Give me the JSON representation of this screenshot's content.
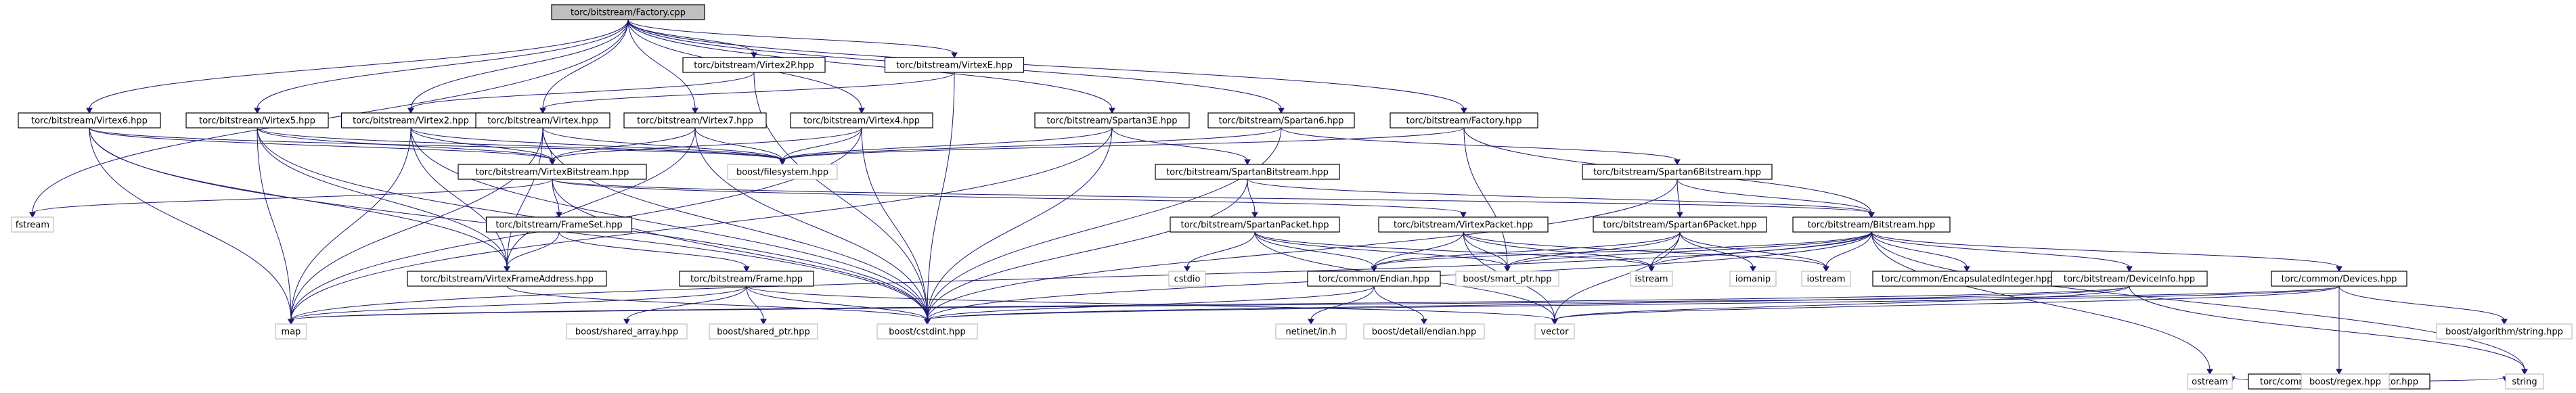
{
  "graph": {
    "nodes": [
      {
        "id": "factory_cpp",
        "label": "torc/bitstream/Factory.cpp",
        "kind": "root"
      },
      {
        "id": "virtex2p_hpp",
        "label": "torc/bitstream/Virtex2P.hpp",
        "kind": "project"
      },
      {
        "id": "virtexe_hpp",
        "label": "torc/bitstream/VirtexE.hpp",
        "kind": "project"
      },
      {
        "id": "virtex6_hpp",
        "label": "torc/bitstream/Virtex6.hpp",
        "kind": "project"
      },
      {
        "id": "virtex5_hpp",
        "label": "torc/bitstream/Virtex5.hpp",
        "kind": "project"
      },
      {
        "id": "virtex2_hpp",
        "label": "torc/bitstream/Virtex2.hpp",
        "kind": "project"
      },
      {
        "id": "virtex_hpp",
        "label": "torc/bitstream/Virtex.hpp",
        "kind": "project"
      },
      {
        "id": "virtex7_hpp",
        "label": "torc/bitstream/Virtex7.hpp",
        "kind": "project"
      },
      {
        "id": "virtex4_hpp",
        "label": "torc/bitstream/Virtex4.hpp",
        "kind": "project"
      },
      {
        "id": "spartan3e_hpp",
        "label": "torc/bitstream/Spartan3E.hpp",
        "kind": "project"
      },
      {
        "id": "spartan6_hpp",
        "label": "torc/bitstream/Spartan6.hpp",
        "kind": "project"
      },
      {
        "id": "factory_hpp",
        "label": "torc/bitstream/Factory.hpp",
        "kind": "project"
      },
      {
        "id": "virtexbitstream_hpp",
        "label": "torc/bitstream/VirtexBitstream.hpp",
        "kind": "project"
      },
      {
        "id": "boost_filesystem",
        "label": "boost/filesystem.hpp",
        "kind": "external"
      },
      {
        "id": "spartanbitstream_hpp",
        "label": "torc/bitstream/SpartanBitstream.hpp",
        "kind": "project"
      },
      {
        "id": "spartan6bitstream_hpp",
        "label": "torc/bitstream/Spartan6Bitstream.hpp",
        "kind": "project"
      },
      {
        "id": "fstream",
        "label": "fstream",
        "kind": "external"
      },
      {
        "id": "frameset_hpp",
        "label": "torc/bitstream/FrameSet.hpp",
        "kind": "project"
      },
      {
        "id": "virtexpacket_hpp",
        "label": "torc/bitstream/VirtexPacket.hpp",
        "kind": "project"
      },
      {
        "id": "spartanpacket_hpp",
        "label": "torc/bitstream/SpartanPacket.hpp",
        "kind": "project"
      },
      {
        "id": "spartan6packet_hpp",
        "label": "torc/bitstream/Spartan6Packet.hpp",
        "kind": "project"
      },
      {
        "id": "bitstream_hpp",
        "label": "torc/bitstream/Bitstream.hpp",
        "kind": "project"
      },
      {
        "id": "virtexframeaddress_hpp",
        "label": "torc/bitstream/VirtexFrameAddress.hpp",
        "kind": "project"
      },
      {
        "id": "frame_hpp",
        "label": "torc/bitstream/Frame.hpp",
        "kind": "project"
      },
      {
        "id": "cstdio",
        "label": "cstdio",
        "kind": "external"
      },
      {
        "id": "endian_hpp",
        "label": "torc/common/Endian.hpp",
        "kind": "project"
      },
      {
        "id": "boost_smart_ptr",
        "label": "boost/smart_ptr.hpp",
        "kind": "external"
      },
      {
        "id": "istream",
        "label": "istream",
        "kind": "external"
      },
      {
        "id": "iomanip",
        "label": "iomanip",
        "kind": "external"
      },
      {
        "id": "iostream",
        "label": "iostream",
        "kind": "external"
      },
      {
        "id": "encapsulatedinteger_hpp",
        "label": "torc/common/EncapsulatedInteger.hpp",
        "kind": "project"
      },
      {
        "id": "deviceinfo_hpp",
        "label": "torc/bitstream/DeviceInfo.hpp",
        "kind": "project"
      },
      {
        "id": "devices_hpp",
        "label": "torc/common/Devices.hpp",
        "kind": "project"
      },
      {
        "id": "map",
        "label": "map",
        "kind": "external"
      },
      {
        "id": "boost_shared_array",
        "label": "boost/shared_array.hpp",
        "kind": "external"
      },
      {
        "id": "boost_shared_ptr",
        "label": "boost/shared_ptr.hpp",
        "kind": "external"
      },
      {
        "id": "boost_cstdint",
        "label": "boost/cstdint.hpp",
        "kind": "external"
      },
      {
        "id": "netinet_in",
        "label": "netinet/in.h",
        "kind": "external"
      },
      {
        "id": "boost_detail_endian",
        "label": "boost/detail/endian.hpp",
        "kind": "external"
      },
      {
        "id": "vector",
        "label": "vector",
        "kind": "external"
      },
      {
        "id": "boost_algorithm_string",
        "label": "boost/algorithm/string.hpp",
        "kind": "external"
      },
      {
        "id": "devicedesignator_hpp",
        "label": "torc/common/DeviceDesignator.hpp",
        "kind": "project"
      },
      {
        "id": "ostream",
        "label": "ostream",
        "kind": "external"
      },
      {
        "id": "boost_regex",
        "label": "boost/regex.hpp",
        "kind": "external"
      },
      {
        "id": "string",
        "label": "string",
        "kind": "external"
      }
    ],
    "edges": [
      [
        "factory_cpp",
        "virtex2p_hpp"
      ],
      [
        "factory_cpp",
        "virtexe_hpp"
      ],
      [
        "factory_cpp",
        "virtex6_hpp"
      ],
      [
        "factory_cpp",
        "virtex5_hpp"
      ],
      [
        "factory_cpp",
        "virtex2_hpp"
      ],
      [
        "factory_cpp",
        "virtex_hpp"
      ],
      [
        "factory_cpp",
        "virtex7_hpp"
      ],
      [
        "factory_cpp",
        "virtex4_hpp"
      ],
      [
        "factory_cpp",
        "spartan3e_hpp"
      ],
      [
        "factory_cpp",
        "spartan6_hpp"
      ],
      [
        "factory_cpp",
        "factory_hpp"
      ],
      [
        "factory_cpp",
        "fstream"
      ],
      [
        "virtex2p_hpp",
        "virtex2_hpp"
      ],
      [
        "virtex2p_hpp",
        "boost_cstdint"
      ],
      [
        "virtexe_hpp",
        "virtex_hpp"
      ],
      [
        "virtexe_hpp",
        "boost_cstdint"
      ],
      [
        "virtex6_hpp",
        "virtexbitstream_hpp"
      ],
      [
        "virtex6_hpp",
        "boost_filesystem"
      ],
      [
        "virtex6_hpp",
        "virtexframeaddress_hpp"
      ],
      [
        "virtex6_hpp",
        "map"
      ],
      [
        "virtex6_hpp",
        "boost_cstdint"
      ],
      [
        "virtex5_hpp",
        "virtexbitstream_hpp"
      ],
      [
        "virtex5_hpp",
        "boost_filesystem"
      ],
      [
        "virtex5_hpp",
        "virtexframeaddress_hpp"
      ],
      [
        "virtex5_hpp",
        "map"
      ],
      [
        "virtex5_hpp",
        "boost_cstdint"
      ],
      [
        "virtex2_hpp",
        "virtexbitstream_hpp"
      ],
      [
        "virtex2_hpp",
        "boost_filesystem"
      ],
      [
        "virtex2_hpp",
        "virtexframeaddress_hpp"
      ],
      [
        "virtex2_hpp",
        "map"
      ],
      [
        "virtex2_hpp",
        "boost_cstdint"
      ],
      [
        "virtex_hpp",
        "virtexbitstream_hpp"
      ],
      [
        "virtex_hpp",
        "boost_filesystem"
      ],
      [
        "virtex_hpp",
        "virtexframeaddress_hpp"
      ],
      [
        "virtex_hpp",
        "map"
      ],
      [
        "virtex_hpp",
        "boost_cstdint"
      ],
      [
        "virtex7_hpp",
        "virtexbitstream_hpp"
      ],
      [
        "virtex7_hpp",
        "boost_filesystem"
      ],
      [
        "virtex7_hpp",
        "virtexframeaddress_hpp"
      ],
      [
        "virtex7_hpp",
        "boost_cstdint"
      ],
      [
        "virtex4_hpp",
        "virtexbitstream_hpp"
      ],
      [
        "virtex4_hpp",
        "boost_filesystem"
      ],
      [
        "virtex4_hpp",
        "map"
      ],
      [
        "virtex4_hpp",
        "boost_cstdint"
      ],
      [
        "spartan3e_hpp",
        "spartanbitstream_hpp"
      ],
      [
        "spartan3e_hpp",
        "boost_filesystem"
      ],
      [
        "spartan3e_hpp",
        "map"
      ],
      [
        "spartan3e_hpp",
        "boost_cstdint"
      ],
      [
        "spartan6_hpp",
        "spartan6bitstream_hpp"
      ],
      [
        "spartan6_hpp",
        "boost_filesystem"
      ],
      [
        "spartan6_hpp",
        "boost_cstdint"
      ],
      [
        "factory_hpp",
        "bitstream_hpp"
      ],
      [
        "factory_hpp",
        "boost_filesystem"
      ],
      [
        "factory_hpp",
        "boost_smart_ptr"
      ],
      [
        "virtexbitstream_hpp",
        "bitstream_hpp"
      ],
      [
        "virtexbitstream_hpp",
        "virtexpacket_hpp"
      ],
      [
        "virtexbitstream_hpp",
        "frameset_hpp"
      ],
      [
        "virtexbitstream_hpp",
        "boost_cstdint"
      ],
      [
        "virtexbitstream_hpp",
        "fstream"
      ],
      [
        "spartanbitstream_hpp",
        "bitstream_hpp"
      ],
      [
        "spartanbitstream_hpp",
        "spartanpacket_hpp"
      ],
      [
        "spartanbitstream_hpp",
        "boost_cstdint"
      ],
      [
        "spartan6bitstream_hpp",
        "bitstream_hpp"
      ],
      [
        "spartan6bitstream_hpp",
        "spartan6packet_hpp"
      ],
      [
        "spartan6bitstream_hpp",
        "boost_cstdint"
      ],
      [
        "frameset_hpp",
        "frame_hpp"
      ],
      [
        "frameset_hpp",
        "virtexframeaddress_hpp"
      ],
      [
        "virtexpacket_hpp",
        "endian_hpp"
      ],
      [
        "virtexpacket_hpp",
        "boost_smart_ptr"
      ],
      [
        "virtexpacket_hpp",
        "istream"
      ],
      [
        "virtexpacket_hpp",
        "iostream"
      ],
      [
        "virtexpacket_hpp",
        "vector"
      ],
      [
        "spartanpacket_hpp",
        "endian_hpp"
      ],
      [
        "spartanpacket_hpp",
        "boost_smart_ptr"
      ],
      [
        "spartanpacket_hpp",
        "istream"
      ],
      [
        "spartanpacket_hpp",
        "cstdio"
      ],
      [
        "spartanpacket_hpp",
        "vector"
      ],
      [
        "spartan6packet_hpp",
        "endian_hpp"
      ],
      [
        "spartan6packet_hpp",
        "boost_smart_ptr"
      ],
      [
        "spartan6packet_hpp",
        "istream"
      ],
      [
        "spartan6packet_hpp",
        "iomanip"
      ],
      [
        "spartan6packet_hpp",
        "iostream"
      ],
      [
        "spartan6packet_hpp",
        "vector"
      ],
      [
        "bitstream_hpp",
        "endian_hpp"
      ],
      [
        "bitstream_hpp",
        "boost_smart_ptr"
      ],
      [
        "bitstream_hpp",
        "istream"
      ],
      [
        "bitstream_hpp",
        "iostream"
      ],
      [
        "bitstream_hpp",
        "encapsulatedinteger_hpp"
      ],
      [
        "bitstream_hpp",
        "deviceinfo_hpp"
      ],
      [
        "bitstream_hpp",
        "devices_hpp"
      ],
      [
        "bitstream_hpp",
        "ostream"
      ],
      [
        "bitstream_hpp",
        "string"
      ],
      [
        "bitstream_hpp",
        "map"
      ],
      [
        "bitstream_hpp",
        "boost_cstdint"
      ],
      [
        "frame_hpp",
        "boost_shared_array"
      ],
      [
        "frame_hpp",
        "boost_shared_ptr"
      ],
      [
        "frame_hpp",
        "boost_cstdint"
      ],
      [
        "frame_hpp",
        "map"
      ],
      [
        "frame_hpp",
        "vector"
      ],
      [
        "virtexframeaddress_hpp",
        "boost_cstdint"
      ],
      [
        "endian_hpp",
        "netinet_in"
      ],
      [
        "endian_hpp",
        "boost_detail_endian"
      ],
      [
        "endian_hpp",
        "boost_cstdint"
      ],
      [
        "deviceinfo_hpp",
        "boost_cstdint"
      ],
      [
        "deviceinfo_hpp",
        "vector"
      ],
      [
        "deviceinfo_hpp",
        "map"
      ],
      [
        "deviceinfo_hpp",
        "string"
      ],
      [
        "devices_hpp",
        "devicedesignator_hpp"
      ],
      [
        "devices_hpp",
        "boost_algorithm_string"
      ],
      [
        "devices_hpp",
        "vector"
      ],
      [
        "devices_hpp",
        "map"
      ],
      [
        "devices_hpp",
        "boost_cstdint"
      ],
      [
        "devicedesignator_hpp",
        "ostream"
      ],
      [
        "devicedesignator_hpp",
        "boost_regex"
      ],
      [
        "devicedesignator_hpp",
        "string"
      ]
    ]
  }
}
